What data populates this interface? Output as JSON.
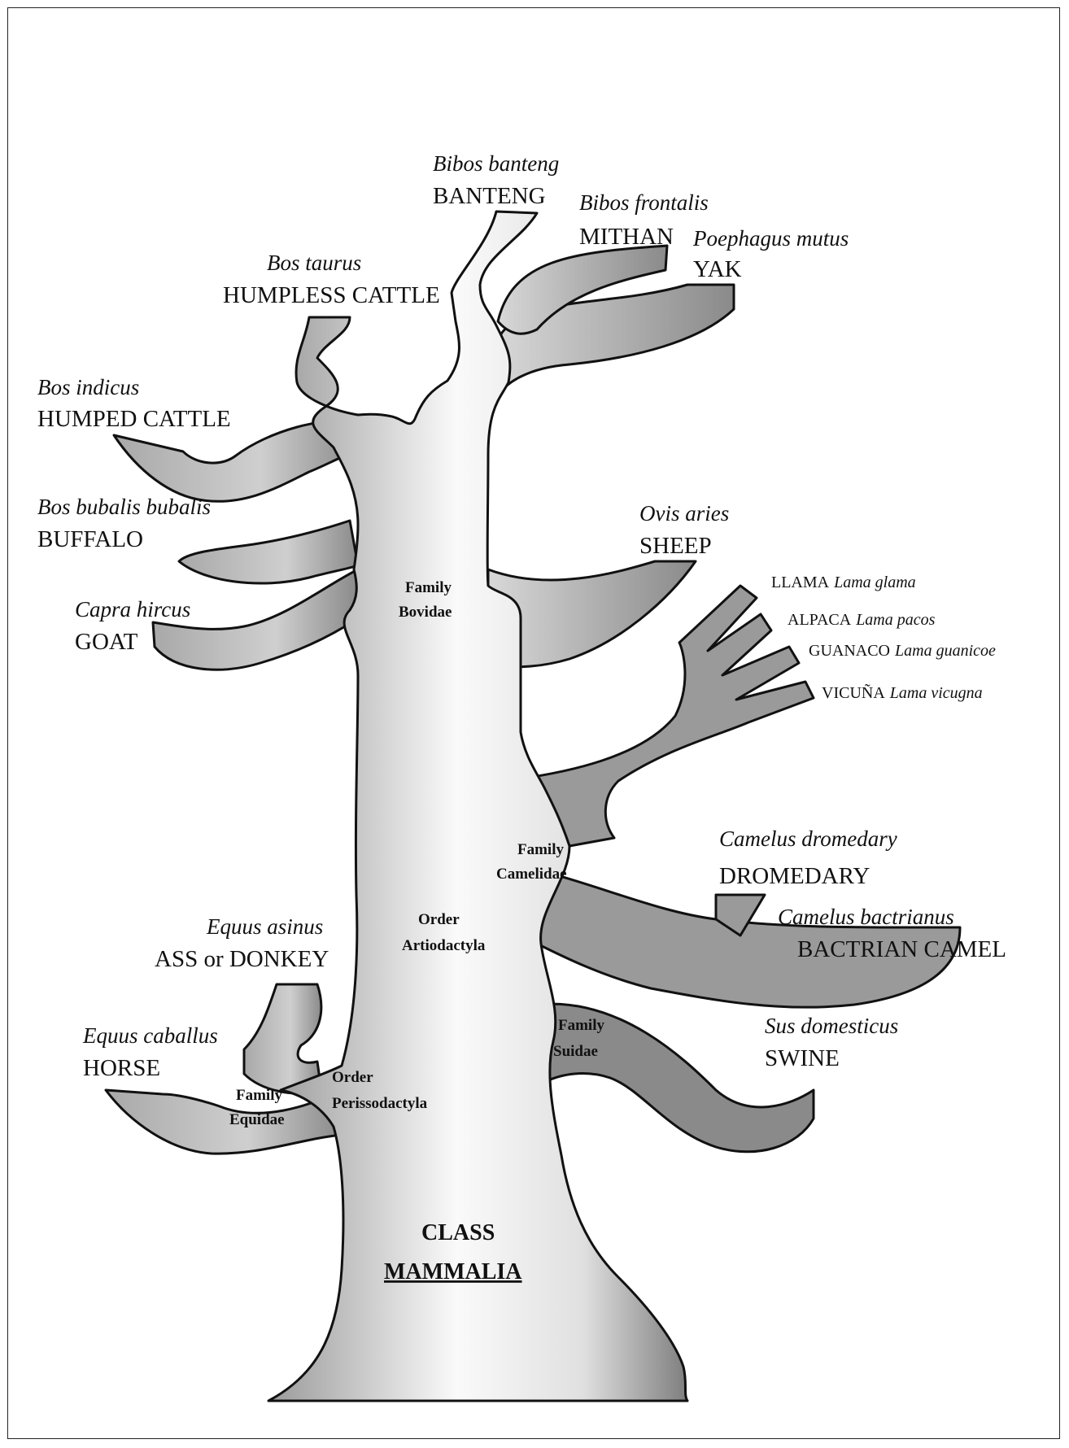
{
  "colors": {
    "trunk_light": "#f7f7f7",
    "trunk_dark": "#8c8c8c",
    "branch": "#9a9a9a",
    "outline": "#111111"
  },
  "taxa": {
    "class": [
      "CLASS",
      "MAMMALIA"
    ],
    "order_artiodactyla": [
      "Order",
      "Artiodactyla"
    ],
    "order_perissodactyla": [
      "Order",
      "Perissodactyla"
    ],
    "family_bovidae": [
      "Family",
      "Bovidae"
    ],
    "family_camelidae": [
      "Family",
      "Camelidae"
    ],
    "family_suidae": [
      "Family",
      "Suidae"
    ],
    "family_equidae": [
      "Family",
      "Equidae"
    ]
  },
  "species": {
    "banteng": {
      "latin": "Bibos banteng",
      "common": "BANTENG"
    },
    "mithan": {
      "latin": "Bibos frontalis",
      "common": "MITHAN"
    },
    "yak": {
      "latin": "Poephagus mutus",
      "common": "YAK"
    },
    "humpless": {
      "latin": "Bos taurus",
      "common": "HUMPLESS CATTLE"
    },
    "humped": {
      "latin": "Bos indicus",
      "common": "HUMPED CATTLE"
    },
    "buffalo": {
      "latin": "Bos bubalis bubalis",
      "common": "BUFFALO"
    },
    "goat": {
      "latin": "Capra hircus",
      "common": "GOAT"
    },
    "sheep": {
      "latin": "Ovis aries",
      "common": "SHEEP"
    },
    "llama": {
      "common": "LLAMA",
      "latin": "Lama glama"
    },
    "alpaca": {
      "common": "ALPACA",
      "latin": "Lama pacos"
    },
    "guanaco": {
      "common": "GUANACO",
      "latin": "Lama guanicoe"
    },
    "vicuna": {
      "common": "VICUÑA",
      "latin": "Lama vicugna"
    },
    "dromedary": {
      "latin": "Camelus dromedary",
      "common": "DROMEDARY"
    },
    "bactrian": {
      "latin": "Camelus bactrianus",
      "common": "BACTRIAN CAMEL"
    },
    "swine": {
      "latin": "Sus domesticus",
      "common": "SWINE"
    },
    "donkey": {
      "latin": "Equus asinus",
      "common": "ASS or DONKEY"
    },
    "horse": {
      "latin": "Equus caballus",
      "common": "HORSE"
    }
  }
}
